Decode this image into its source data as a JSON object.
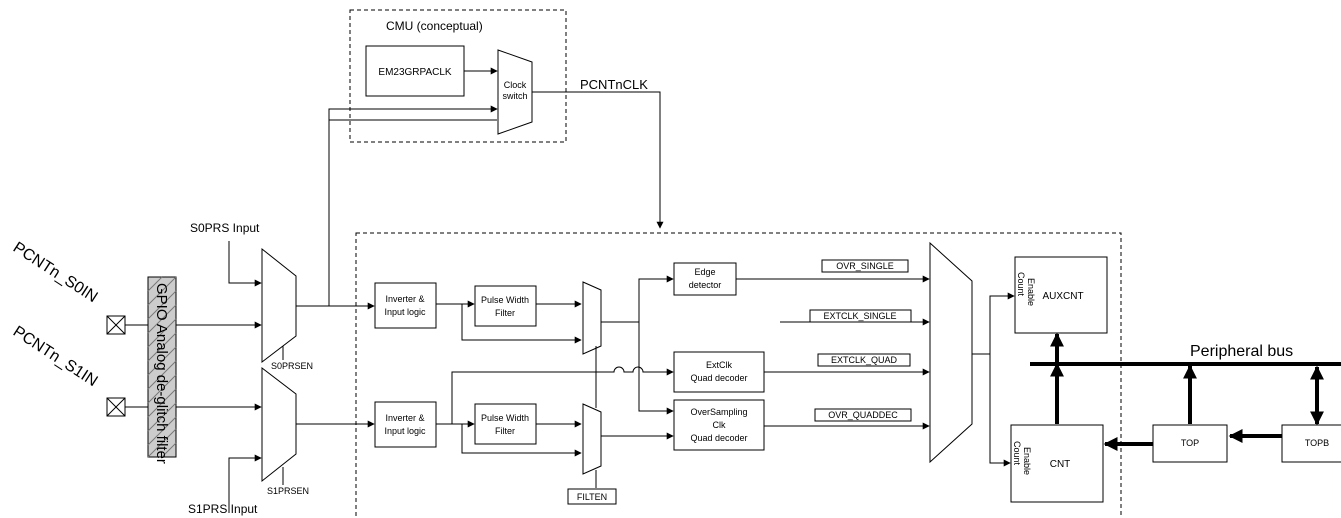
{
  "cmu": {
    "title": "CMU (conceptual)",
    "em23grpaclk": "EM23GRPACLK",
    "clock_switch": [
      "Clock",
      "switch"
    ],
    "pcntnclk": "PCNTnCLK"
  },
  "inputs": {
    "s0in": "PCNTn_S0IN",
    "s1in": "PCNTn_S1IN",
    "gpio_filter": "GPIO Analog de-glitch filter",
    "s0prs_input": "S0PRS Input",
    "s1prs_input": "S1PRS Input",
    "s0prsen": "S0PRSEN",
    "s1prsen": "S1PRSEN"
  },
  "blocks": {
    "inverter_top": [
      "Inverter &",
      "Input logic"
    ],
    "inverter_bottom": [
      "Inverter &",
      "Input logic"
    ],
    "pwf_top": [
      "Pulse Width",
      "Filter"
    ],
    "pwf_bottom": [
      "Pulse Width",
      "Filter"
    ],
    "filten": "FILTEN",
    "edge_detector": [
      "Edge",
      "detector"
    ],
    "extclk_quad": [
      "ExtClk",
      "Quad decoder"
    ],
    "oversampling": [
      "OverSampling",
      "Clk",
      "Quad decoder"
    ]
  },
  "signals": {
    "ovr_single": "OVR_SINGLE",
    "extclk_single": "EXTCLK_SINGLE",
    "extclk_quad": "EXTCLK_QUAD",
    "ovr_quaddec": "OVR_QUADDEC"
  },
  "counters": {
    "auxcnt": "AUXCNT",
    "cnt": "CNT",
    "count_enable": [
      "Count",
      "Enable"
    ],
    "top": "TOP",
    "topb": "TOPB",
    "peripheral_bus": "Peripheral  bus"
  }
}
